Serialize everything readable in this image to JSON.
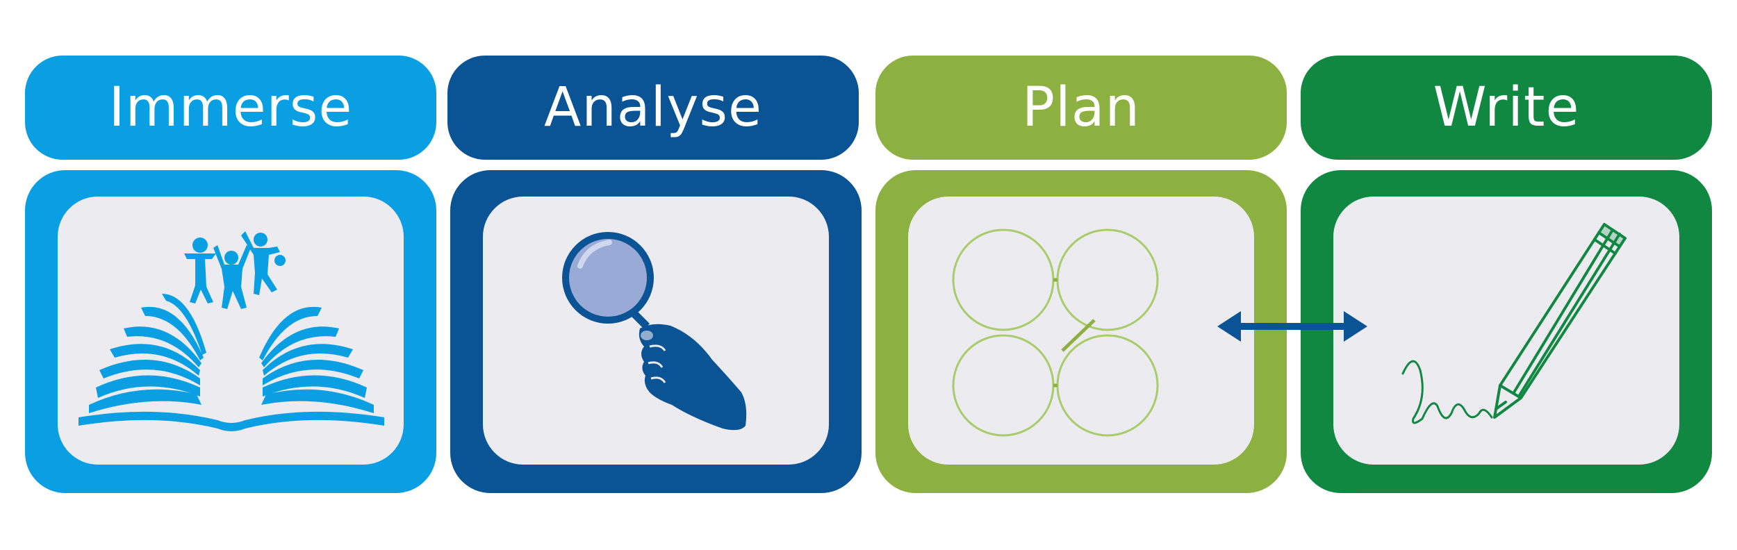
{
  "stages": [
    {
      "label": "Immerse",
      "color": "#0a9fe2",
      "icon": "open-book-jumping-children-icon"
    },
    {
      "label": "Analyse",
      "color": "#0a5394",
      "icon": "magnifying-glass-hand-icon"
    },
    {
      "label": "Plan",
      "color": "#8db141",
      "icon": "four-circle-plan-icon"
    },
    {
      "label": "Write",
      "color": "#108842",
      "icon": "pencil-writing-icon"
    }
  ],
  "panel_fill": "#ecebf0",
  "connector": {
    "icon": "double-arrow-icon",
    "color": "#0a5394"
  }
}
